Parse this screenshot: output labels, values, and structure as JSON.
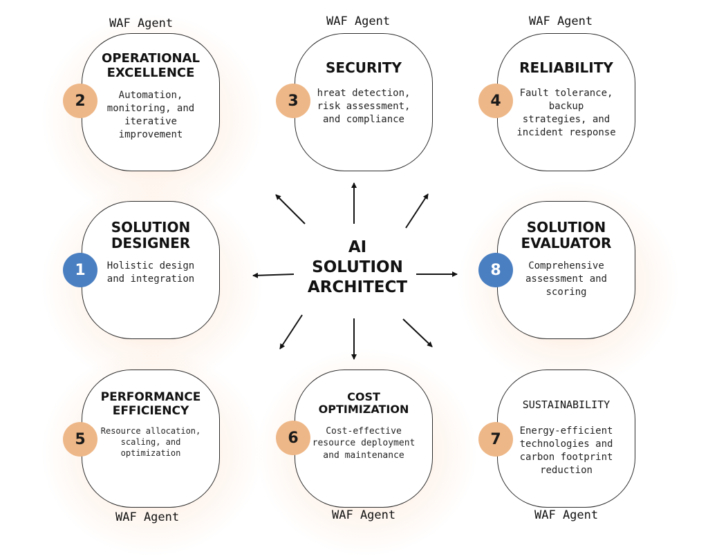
{
  "center": {
    "line1": "AI",
    "line2": "SOLUTION",
    "line3": "ARCHITECT"
  },
  "agents": [
    "WAF Agent",
    "WAF Agent",
    "WAF Agent",
    "WAF Agent",
    "WAF Agent",
    "WAF Agent"
  ],
  "nodes": [
    {
      "number": "1",
      "title_lines": [
        "SOLUTION",
        "DESIGNER"
      ],
      "desc_lines": [
        "Holistic design",
        "and integration"
      ]
    },
    {
      "number": "2",
      "title_lines": [
        "OPERATIONAL",
        "EXCELLENCE"
      ],
      "desc_lines": [
        "Automation,",
        "monitoring, and",
        "iterative",
        "improvement"
      ]
    },
    {
      "number": "3",
      "title_lines": [
        "SECURITY"
      ],
      "desc_lines": [
        "hreat detection,",
        "risk assessment,",
        "and compliance"
      ]
    },
    {
      "number": "4",
      "title_lines": [
        "RELIABILITY"
      ],
      "desc_lines": [
        "Fault tolerance,",
        "backup",
        "strategies, and",
        "incident response"
      ]
    },
    {
      "number": "5",
      "title_lines": [
        "PERFORMANCE",
        "EFFICIENCY"
      ],
      "desc_lines": [
        "Resource allocation,",
        "scaling, and",
        "optimization"
      ]
    },
    {
      "number": "6",
      "title_lines": [
        "COST",
        "OPTIMIZATION"
      ],
      "desc_lines": [
        "Cost-effective",
        "resource deployment",
        "and maintenance"
      ]
    },
    {
      "number": "7",
      "title_lines": [
        "SUSTAINABILITY"
      ],
      "desc_lines": [
        "Energy-efficient",
        "technologies and",
        "carbon footprint",
        "reduction"
      ]
    },
    {
      "number": "8",
      "title_lines": [
        "SOLUTION",
        "EVALUATOR"
      ],
      "desc_lines": [
        "Comprehensive",
        "assessment and",
        "scoring"
      ]
    }
  ],
  "colors": {
    "badge_orange": "#eeb787",
    "badge_blue": "#4a7fc1",
    "glow": "#f8ba8c",
    "border": "#2a2a2a"
  }
}
